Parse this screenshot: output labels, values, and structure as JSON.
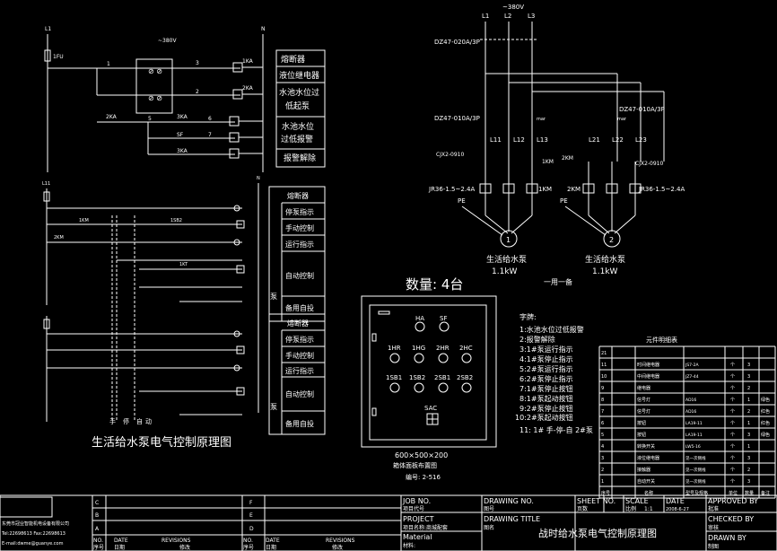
{
  "top_left": {
    "l1": "L1",
    "n": "N",
    "fu": "1FU",
    "voltage": "~380V",
    "wires": [
      "1",
      "2",
      "3",
      "5",
      "6",
      "7"
    ],
    "contacts": [
      "1KA",
      "2KA",
      "3KA",
      "3KA",
      "SF"
    ],
    "labels": [
      "熔断器",
      "液位继电器",
      "水池水位过",
      "低起泵",
      "水池水位",
      "过低报警",
      "报警解除"
    ]
  },
  "mid_left": {
    "l11": "L11",
    "n": "N",
    "labels": [
      "熔断器",
      "停泵指示",
      "手动控制",
      "运行指示",
      "自动控制",
      "备用自投"
    ],
    "pump": "泵"
  },
  "bottom_left": {
    "labels": [
      "熔断器",
      "停泵指示",
      "手动控制",
      "运行指示",
      "自动控制",
      "备用自投"
    ],
    "pump": "泵",
    "mode_labels": [
      "手",
      "停",
      "自",
      "动"
    ],
    "title": "生活给水泵电气控制原理图"
  },
  "power": {
    "voltage": "~380V",
    "phases": [
      "L1",
      "L2",
      "L3"
    ],
    "main_breaker": "DZ47-020A/3P",
    "breaker1": "DZ47-010A/3P",
    "breaker2": "DZ47-010A/3P",
    "mar": "mar",
    "wires1": [
      "L11",
      "L12",
      "L13"
    ],
    "wires2": [
      "L21",
      "L22",
      "L23"
    ],
    "contactor1": "CJX2-0910",
    "contactor2": "CJX2-0910",
    "relay1": "JR36-1.5~2.4A",
    "relay2": "JR36-1.5~2.4A",
    "km1": "1KM",
    "km2": "2KM",
    "pe": "PE",
    "motor1": "1",
    "motor2": "2",
    "pump1_label": "生活给水泵",
    "pump1_power": "1.1kW",
    "pump2_label": "生活给水泵",
    "pump2_power": "1.1kW",
    "note": "一用一备"
  },
  "panel": {
    "quantity": "数量: 4台",
    "labels": [
      "HA",
      "SF",
      "1HR",
      "1HG",
      "2HR",
      "2HC",
      "1SB1",
      "1SB2",
      "2SB1",
      "2SB2",
      "SAC"
    ],
    "dimensions": "600×500×200",
    "caption": "箱体面板布置图",
    "scale": "编号: 2-516"
  },
  "legend": {
    "title": "字牌:",
    "items": [
      "1:水池水位过低报警",
      "2:报警解除",
      "3:1#泵运行指示",
      "4:1#泵停止指示",
      "5:2#泵运行指示",
      "6:2#泵停止指示",
      "7:1#泵停止按钮",
      "8:1#泵起动按钮",
      "9:2#泵停止按钮",
      "10:2#泵起动按钮",
      "11: 1# 手-停-自 2#泵"
    ]
  },
  "components": {
    "title": "元件明细表",
    "rows": [
      {
        "no": "21",
        "name": "",
        "model": "",
        "unit": "",
        "qty": "",
        "note": ""
      },
      {
        "no": "11",
        "name": "时间继电器",
        "model": "JS7-2A",
        "unit": "个",
        "qty": "3",
        "note": ""
      },
      {
        "no": "10",
        "name": "中间继电器",
        "model": "JZ7-44",
        "unit": "个",
        "qty": "3",
        "note": ""
      },
      {
        "no": "9",
        "name": "继电器",
        "model": "",
        "unit": "个",
        "qty": "2",
        "note": ""
      },
      {
        "no": "8",
        "name": "信号灯",
        "model": "AD16",
        "unit": "个",
        "qty": "1",
        "note": "绿色"
      },
      {
        "no": "7",
        "name": "信号灯",
        "model": "AD16",
        "unit": "个",
        "qty": "2",
        "note": "红色"
      },
      {
        "no": "6",
        "name": "按钮",
        "model": "LA19-11",
        "unit": "个",
        "qty": "1",
        "note": "红色"
      },
      {
        "no": "5",
        "name": "按钮",
        "model": "LA19-11",
        "unit": "个",
        "qty": "3",
        "note": "绿色"
      },
      {
        "no": "4",
        "name": "转换开关",
        "model": "LW5-16",
        "unit": "个",
        "qty": "1",
        "note": ""
      },
      {
        "no": "3",
        "name": "液位继电器",
        "model": "见一次侧线",
        "unit": "个",
        "qty": "3",
        "note": ""
      },
      {
        "no": "2",
        "name": "接触器",
        "model": "见一次侧线",
        "unit": "个",
        "qty": "2",
        "note": ""
      },
      {
        "no": "1",
        "name": "自动开关",
        "model": "见一次侧线",
        "unit": "个",
        "qty": "3",
        "note": ""
      }
    ],
    "header": [
      "序号",
      "名称",
      "型号及规格",
      "单位",
      "数量",
      "备注"
    ]
  },
  "title_block": {
    "company": "东莞市冠业智能机电设备有限公司",
    "tel": "Tel:22698613 Fax:22698613",
    "email": "E-mail:dwme@guanye.com",
    "cols_left": [
      "C",
      "B",
      "A"
    ],
    "cols_mid": [
      "F",
      "E",
      "D"
    ],
    "rev_labels": [
      "NO.",
      "DATE",
      "REVISIONS"
    ],
    "rev_labels_cn": [
      "序号",
      "日期",
      "修改"
    ],
    "job_no_label": "JOB NO.",
    "job_no_cn": "项目代号",
    "project_label": "PROJECT",
    "project_value": "项目名称:商城配套",
    "material_label": "Material",
    "material_value": "材料:",
    "drawing_no_label": "DRAWING NO.",
    "drawing_no_cn": "图号",
    "drawing_title_label": "DRAWING TITLE",
    "drawing_title_cn": "图名",
    "drawing_title": "战时给水泵电气控制原理图",
    "sheet_label": "SHEET NO.",
    "sheet_cn": "页数",
    "scale_label": "SCALE",
    "scale_cn": "比例",
    "scale_value": "1:1",
    "date_label": "DATE",
    "date_value": "2008-6-27",
    "approved_label": "APPROVED BY",
    "approved_cn": "批准",
    "checked_label": "CHECKED BY",
    "checked_cn": "审核",
    "drawn_label": "DRAWN BY",
    "drawn_cn": "制图"
  }
}
